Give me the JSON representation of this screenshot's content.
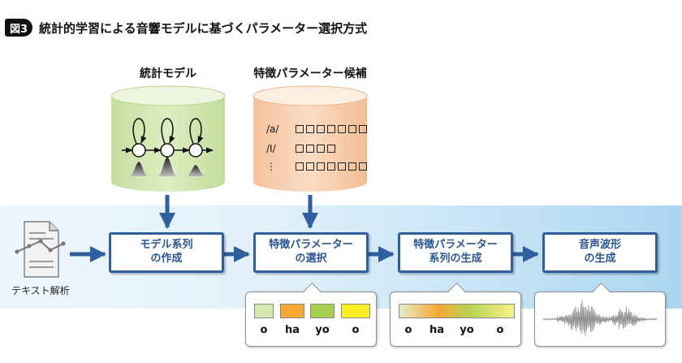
{
  "figure": {
    "badge": "図3",
    "title": "統計的学習による音響モデルに基づくパラメーター選択方式"
  },
  "databases": {
    "statistical_model": {
      "label": "統計モデル",
      "color": "#d7e8b4",
      "top_color": "#eaf3d9"
    },
    "candidates": {
      "label": "特徴パラメーター候補",
      "color": "#f8d2b3",
      "top_color": "#fce9da",
      "rows": [
        {
          "phoneme": "/a/",
          "count": 7
        },
        {
          "phoneme": "/I/",
          "count": 4
        },
        {
          "phoneme": "⋮",
          "count": 7
        }
      ]
    }
  },
  "pipeline": {
    "input_label": "テキスト解析",
    "steps": [
      {
        "line1": "モデル系列",
        "line2": "の作成"
      },
      {
        "line1": "特徴パラメーター",
        "line2": "の選択"
      },
      {
        "line1": "特徴パラメーター",
        "line2": "系列の生成"
      },
      {
        "line1": "音声波形",
        "line2": "の生成"
      }
    ]
  },
  "callouts": {
    "selection": {
      "syllables": [
        "o",
        "ha",
        "yo",
        "o"
      ],
      "swatch_colors": [
        "#d6e8b0",
        "#f5a833",
        "#a8d050",
        "#fbee22"
      ]
    },
    "sequence": {
      "syllables": [
        "o",
        "ha",
        "yo",
        "o"
      ]
    }
  },
  "colors": {
    "arrow": "#2f5f9e",
    "box_border": "#2f5f9e",
    "box_text": "#2a5591"
  }
}
